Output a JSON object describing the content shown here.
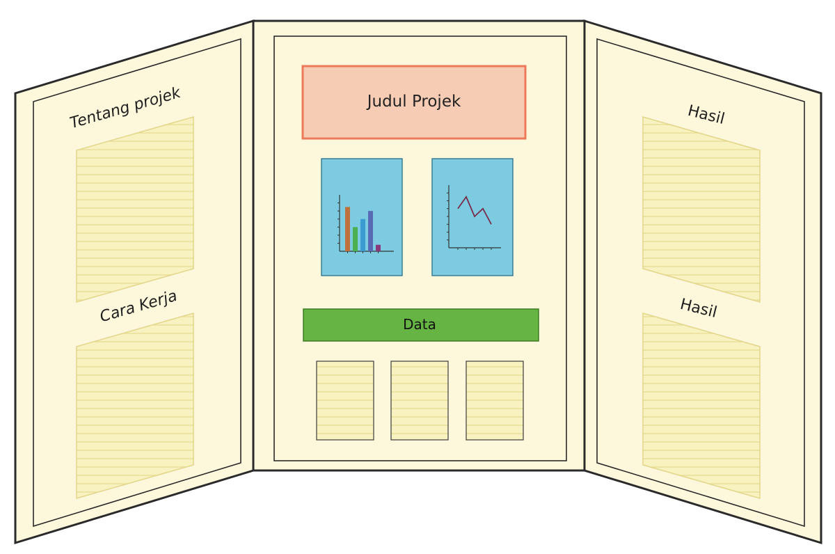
{
  "board": {
    "left_panel": {
      "heading_top": "Tentang projek",
      "heading_bottom": "Cara Kerja"
    },
    "center_panel": {
      "title": "Judul Projek",
      "data_label": "Data",
      "bar_chart": {
        "type": "bar",
        "values": [
          5.5,
          3,
          4,
          5,
          0.8
        ],
        "colors": [
          "#c0703a",
          "#4caf50",
          "#3a9bd0",
          "#5a6bb5",
          "#8a3a7a"
        ]
      },
      "line_chart": {
        "type": "line",
        "values": [
          5,
          6.5,
          4,
          5,
          3
        ]
      }
    },
    "right_panel": {
      "heading_top": "Hasil",
      "heading_bottom": "Hasil"
    }
  },
  "colors": {
    "board_fill": "#fdf7dc",
    "paper_fill": "#f8f2c0",
    "paper_line": "#e6dc90",
    "title_fill": "#f6cdb4",
    "title_border": "#ec7a5a",
    "chart_fill": "#7ccbe0",
    "data_fill": "#66b544",
    "outline": "#2a2a2a"
  }
}
